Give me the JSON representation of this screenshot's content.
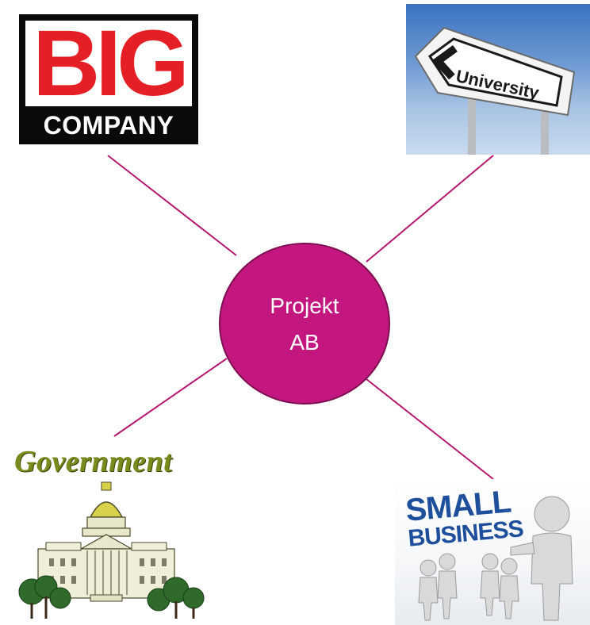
{
  "center_node": {
    "line1": "Projekt",
    "line2": "AB"
  },
  "nodes": {
    "big_company": {
      "title": "BIG",
      "subtitle": "COMPANY"
    },
    "university": {
      "sign_text": "University"
    },
    "government": {
      "title": "Government"
    },
    "small_business": {
      "line1": "SMALL",
      "line2": "BUSINESS"
    }
  },
  "colors": {
    "node_fill": "#c3177f",
    "node_border": "#7e0e52",
    "connector": "#b5176f",
    "big_red": "#e41f25",
    "gov_green": "#7a8a1c",
    "sb_blue": "#1d4f9c"
  }
}
